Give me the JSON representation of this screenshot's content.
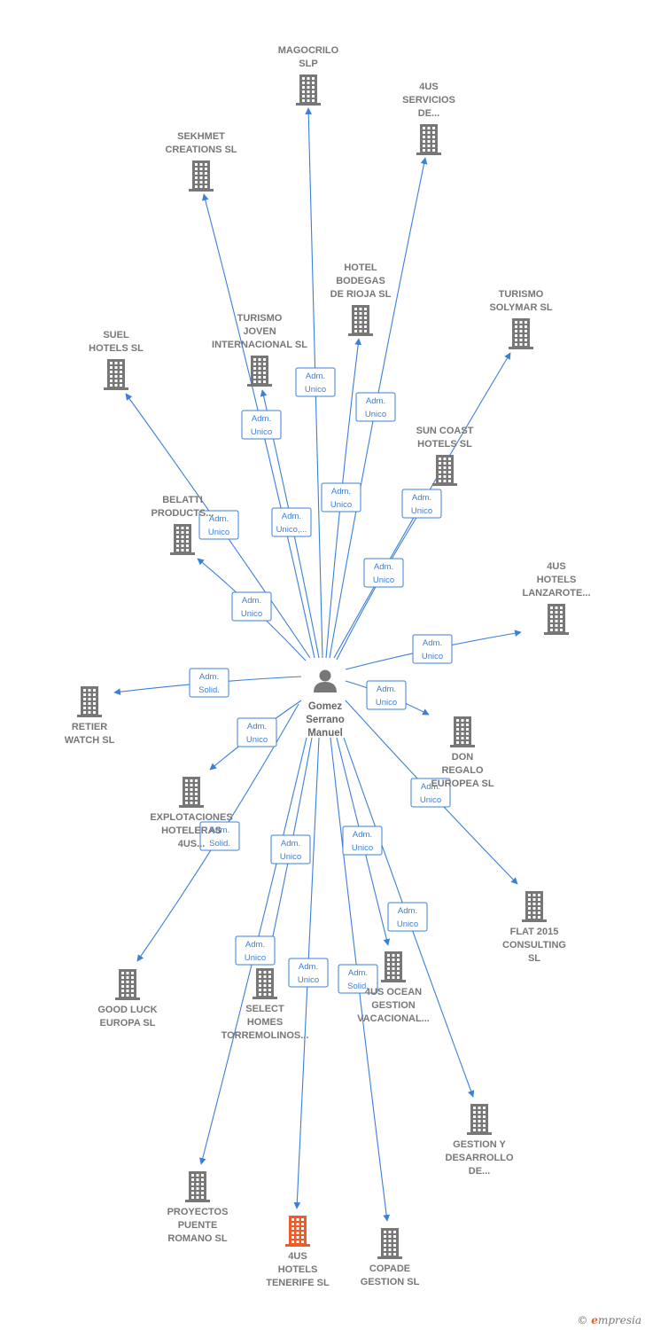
{
  "colors": {
    "edge": "#3a7fd9",
    "building": "#777777",
    "building_highlight": "#f05a28",
    "person": "#777777"
  },
  "center": {
    "name_lines": [
      "Gomez",
      "Serrano",
      "Manuel"
    ],
    "icon": "person-icon"
  },
  "companies": [
    {
      "id": "magocrilo",
      "lines": [
        "MAGOCRILO",
        "SLP"
      ]
    },
    {
      "id": "4us-servicios",
      "lines": [
        "4US",
        "SERVICIOS",
        "DE..."
      ]
    },
    {
      "id": "sekhmet",
      "lines": [
        "SEKHMET",
        "CREATIONS SL"
      ]
    },
    {
      "id": "hotel-bodegas",
      "lines": [
        "HOTEL",
        "BODEGAS",
        "DE RIOJA  SL"
      ]
    },
    {
      "id": "turismo-solymar",
      "lines": [
        "TURISMO",
        "SOLYMAR  SL"
      ]
    },
    {
      "id": "turismo-joven",
      "lines": [
        "TURISMO",
        "JOVEN",
        "INTERNACIONAL SL"
      ]
    },
    {
      "id": "suel-hotels",
      "lines": [
        "SUEL",
        "HOTELS  SL"
      ]
    },
    {
      "id": "sun-coast",
      "lines": [
        "SUN COAST",
        "HOTELS  SL"
      ]
    },
    {
      "id": "belatti",
      "lines": [
        "BELATTI",
        "PRODUCTS..."
      ]
    },
    {
      "id": "4us-lanzarote",
      "lines": [
        "4US",
        "HOTELS",
        "LANZAROTE..."
      ]
    },
    {
      "id": "retier",
      "lines": [
        "RETIER",
        "WATCH SL"
      ]
    },
    {
      "id": "don-regalo",
      "lines": [
        "DON",
        "REGALO",
        "EUROPEA SL"
      ]
    },
    {
      "id": "explotaciones",
      "lines": [
        "EXPLOTACIONES",
        "HOTELERAS",
        "4US..."
      ]
    },
    {
      "id": "flat-2015",
      "lines": [
        "FLAT 2015",
        "CONSULTING",
        "SL"
      ]
    },
    {
      "id": "good-luck",
      "lines": [
        "GOOD LUCK",
        "EUROPA SL"
      ]
    },
    {
      "id": "select-homes",
      "lines": [
        "SELECT",
        "HOMES",
        "TORREMOLINOS..."
      ]
    },
    {
      "id": "4us-ocean",
      "lines": [
        "4US OCEAN",
        "GESTION",
        "VACACIONAL..."
      ]
    },
    {
      "id": "gestion-desarrollo",
      "lines": [
        "GESTION Y",
        "DESARROLLO",
        "DE..."
      ]
    },
    {
      "id": "proyectos-puente",
      "lines": [
        "PROYECTOS",
        "PUENTE",
        "ROMANO  SL"
      ]
    },
    {
      "id": "4us-tenerife",
      "lines": [
        "4US",
        "HOTELS",
        "TENERIFE  SL"
      ],
      "highlight": true
    },
    {
      "id": "copade",
      "lines": [
        "COPADE",
        "GESTION SL"
      ]
    }
  ],
  "edges": [
    {
      "target": "magocrilo",
      "lines": [
        "Adm.",
        "Unico"
      ]
    },
    {
      "target": "4us-servicios",
      "lines": [
        "Adm.",
        "Unico"
      ]
    },
    {
      "target": "sekhmet",
      "lines": [
        "Adm.",
        "Unico"
      ]
    },
    {
      "target": "hotel-bodegas",
      "lines": [
        "Adm.",
        "Unico"
      ]
    },
    {
      "target": "turismo-solymar",
      "lines": [
        "Adm.",
        "Unico"
      ]
    },
    {
      "target": "turismo-joven",
      "lines": [
        "Adm.",
        "Unico,..."
      ]
    },
    {
      "target": "suel-hotels",
      "lines": [
        "Adm.",
        "Unico"
      ]
    },
    {
      "target": "sun-coast",
      "lines": [
        "Adm.",
        "Unico"
      ]
    },
    {
      "target": "belatti",
      "lines": [
        "Adm.",
        "Unico"
      ]
    },
    {
      "target": "4us-lanzarote",
      "lines": [
        "Adm.",
        "Unico"
      ]
    },
    {
      "target": "retier",
      "lines": [
        "Adm.",
        "Solid."
      ]
    },
    {
      "target": "don-regalo",
      "lines": [
        "Adm.",
        "Unico"
      ]
    },
    {
      "target": "explotaciones",
      "lines": [
        "Adm.",
        "Unico"
      ]
    },
    {
      "target": "flat-2015",
      "lines": [
        "Adm.",
        "Unico"
      ]
    },
    {
      "target": "good-luck",
      "lines": [
        "Adm.",
        "Solid."
      ]
    },
    {
      "target": "select-homes",
      "lines": [
        "Adm.",
        "Unico"
      ]
    },
    {
      "target": "4us-ocean",
      "lines": [
        "Adm.",
        "Unico"
      ]
    },
    {
      "target": "gestion-desarrollo",
      "lines": [
        "Adm.",
        "Unico"
      ]
    },
    {
      "target": "proyectos-puente",
      "lines": [
        "Adm.",
        "Unico"
      ]
    },
    {
      "target": "4us-tenerife",
      "lines": [
        "Adm.",
        "Unico"
      ]
    },
    {
      "target": "copade",
      "lines": [
        "Adm.",
        "Solid."
      ]
    }
  ],
  "footer": {
    "copyright": "©",
    "brand_initial": "e",
    "brand_rest": "mpresia"
  }
}
